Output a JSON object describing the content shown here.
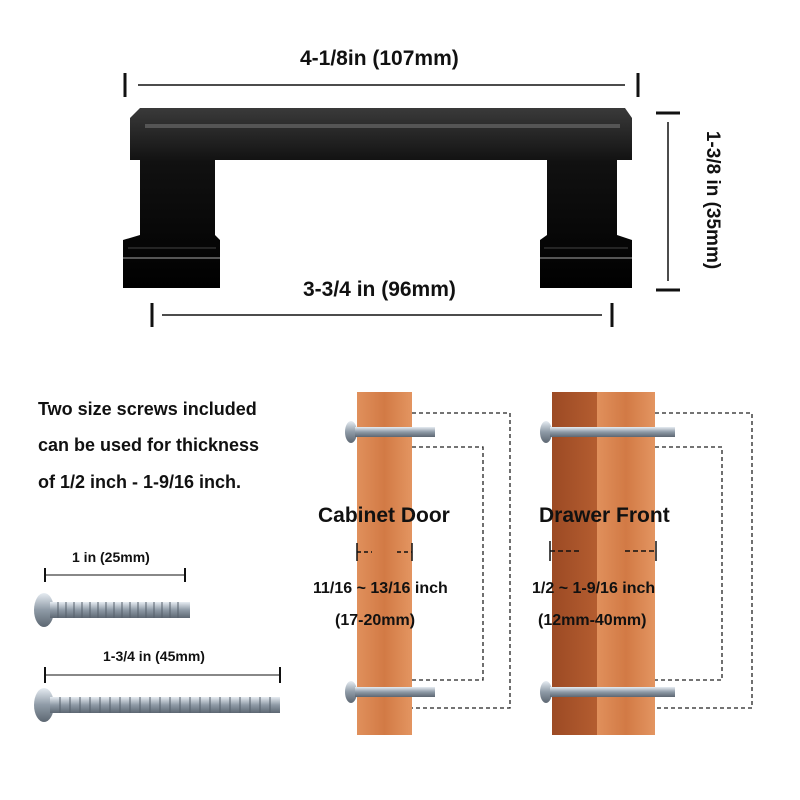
{
  "dimensions": {
    "overall_length": "4-1/8in (107mm)",
    "hole_spacing": "3-3/4 in (96mm)",
    "height": "1-3/8 in (35mm)"
  },
  "screw_info": {
    "lines": [
      "Two size screws included",
      "can be used for thickness",
      "of 1/2 inch - 1-9/16 inch."
    ],
    "short_screw": "1 in (25mm)",
    "long_screw": "1-3/4 in (45mm)"
  },
  "mounting": {
    "cabinet_door": {
      "title": "Cabinet Door",
      "range": "11/16 ~ 13/16 inch",
      "metric": "(17-20mm)"
    },
    "drawer_front": {
      "title": "Drawer Front",
      "range": "1/2 ~ 1-9/16 inch",
      "metric": "(12mm-40mm)"
    }
  },
  "colors": {
    "handle": "#111111",
    "wood_light": "#d9824f",
    "wood_dark": "#a9532a",
    "screw": "#a9b4bf"
  }
}
